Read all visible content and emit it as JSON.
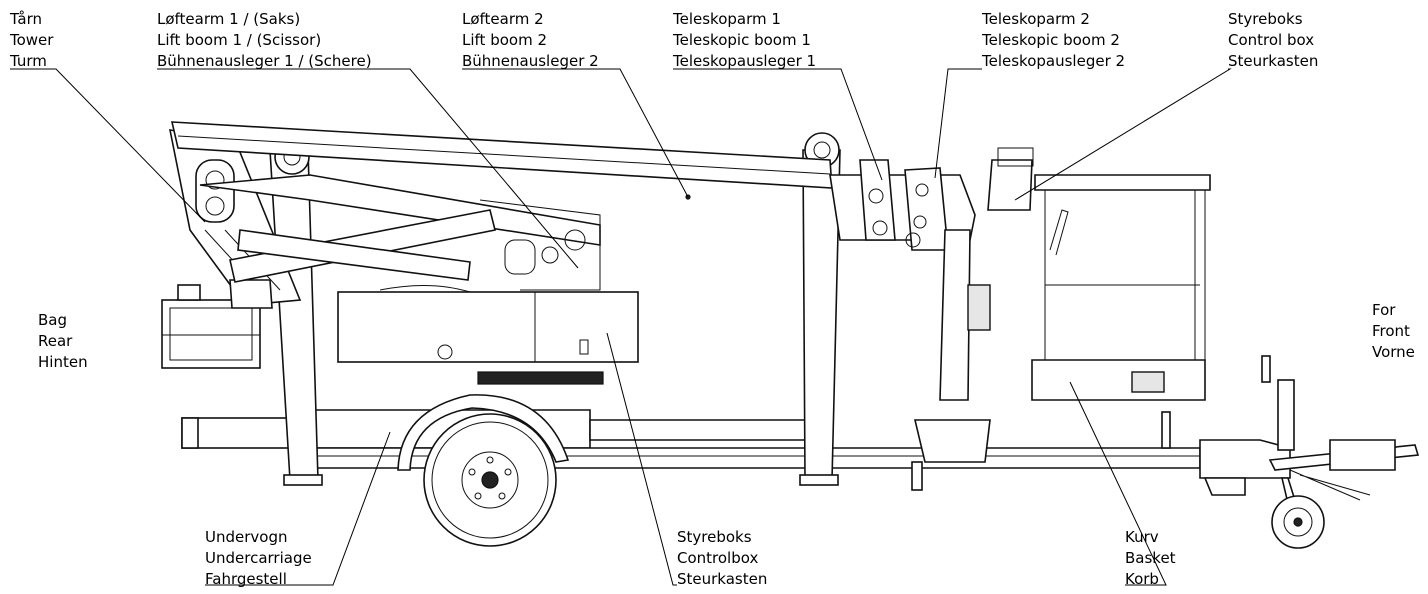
{
  "labels": {
    "tower": [
      "Tårn",
      "Tower",
      "Turm"
    ],
    "lift_boom_1": [
      "Løftearm 1 / (Saks)",
      "Lift boom 1 / (Scissor)",
      "Bühnenausleger 1 / (Schere)"
    ],
    "lift_boom_2": [
      "Løftearm 2",
      "Lift boom 2",
      "Bühnenausleger 2"
    ],
    "tele_boom_1": [
      "Teleskoparm 1",
      "Teleskopic boom 1",
      "Teleskopausleger 1"
    ],
    "tele_boom_2": [
      "Teleskoparm 2",
      "Teleskopic boom 2",
      "Teleskopausleger 2"
    ],
    "control_box_top": [
      "Styreboks",
      "Control box",
      "Steurkasten"
    ],
    "rear": [
      "Bag",
      "Rear",
      "Hinten"
    ],
    "front": [
      "For",
      "Front",
      "Vorne"
    ],
    "undercarriage": [
      "Undervogn",
      "Undercarriage",
      "Fahrgestell"
    ],
    "control_box_bottom": [
      "Styreboks",
      "Controlbox",
      "Steurkasten"
    ],
    "basket": [
      "Kurv",
      "Basket",
      "Korb"
    ]
  }
}
